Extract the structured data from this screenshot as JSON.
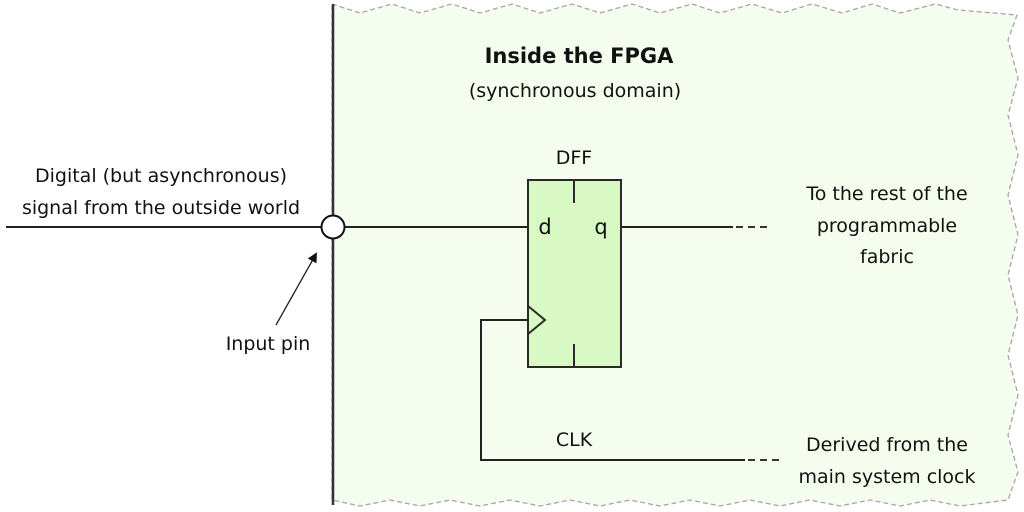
{
  "colors": {
    "region_fill": "#f5fdef",
    "region_border": "#a6a6a6",
    "dff_fill": "#d9f9c4",
    "wire": "#222222",
    "text": "#111111"
  },
  "fpga_region": {
    "title": "Inside the FPGA",
    "subtitle": "(synchronous domain)"
  },
  "dff": {
    "label": "DFF",
    "input_pin": "d",
    "output_pin": "q"
  },
  "labels": {
    "external_signal": [
      "Digital (but asynchronous)",
      "signal from the outside world"
    ],
    "input_pin": "Input pin",
    "output_destination": [
      "To the rest of the",
      "programmable",
      "fabric"
    ],
    "clock_name": "CLK",
    "clock_source": [
      "Derived from the",
      "main system clock"
    ]
  }
}
